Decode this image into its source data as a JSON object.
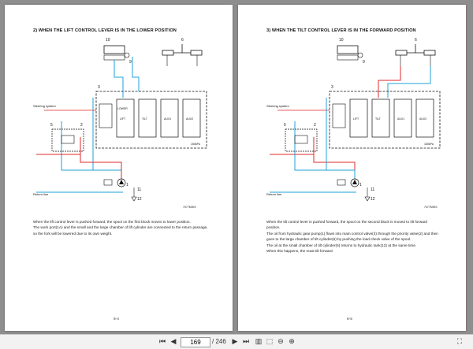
{
  "viewer": {
    "current_page": "169",
    "total_pages": "/ 246",
    "icons": [
      "first-page-icon",
      "prev-page-icon",
      "next-page-icon",
      "last-page-icon",
      "two-page-view-icon",
      "fit-width-icon",
      "zoom-out-icon",
      "zoom-in-icon",
      "fullscreen-icon"
    ]
  },
  "left_page": {
    "heading": "2) WHEN THE LIFT CONTROL LEVER IS IN THE LOWER POSITION",
    "paragraphs": [
      "When the lift control lever is pushed forward, the spool on the first block moves to lower position.",
      "The work port(1A) and the small and the large chamber of lift cylinder are connected to the return passage, so the fork will be lowered due to its own weight."
    ],
    "page_number": "6-4",
    "diagram": {
      "labels": {
        "steering": "Steering system",
        "return": "Return line",
        "pressure": "150kPa",
        "lower": "LOWER",
        "lift": "LIFT",
        "tilt": "TILT",
        "aux1": "AUX1",
        "aux2": "AUX2",
        "code": "7077MHIS",
        "n10": "10",
        "n9": "9",
        "n6": "6",
        "n3": "3",
        "n5": "5",
        "n2": "2",
        "n11": "11",
        "n12": "12",
        "n1": "1"
      }
    }
  },
  "right_page": {
    "heading": "3) WHEN THE TILT CONTROL LEVER IS IN THE FORWARD POSITION",
    "paragraphs": [
      "When the tilt control lever is pushed forward, the spool on the second block is moved to tilt forward position.",
      "The oil from hydraulic gear pump(1) flows into main control valve(3) through the priority valve(2) and then goes to the large chamber of tilt cylinder(6) by pushing the load check valve of the spool.",
      "The oil at the small chamber of tilt cylinder(6) returns to hydraulic tank(12) at the same time.",
      "When this happens, the mast tilt forward."
    ],
    "page_number": "6-5",
    "diagram": {
      "labels": {
        "steering": "Steering system",
        "return": "Return line",
        "pressure": "150kPa",
        "lift": "LIFT",
        "tilt": "TILT",
        "aux1": "AUX1",
        "aux2": "AUX2",
        "code": "7077MHIS",
        "n10": "10",
        "n9": "9",
        "n6": "6",
        "n3": "3",
        "n5": "5",
        "n2": "2",
        "n11": "11",
        "n12": "12",
        "n1": "1"
      }
    }
  }
}
